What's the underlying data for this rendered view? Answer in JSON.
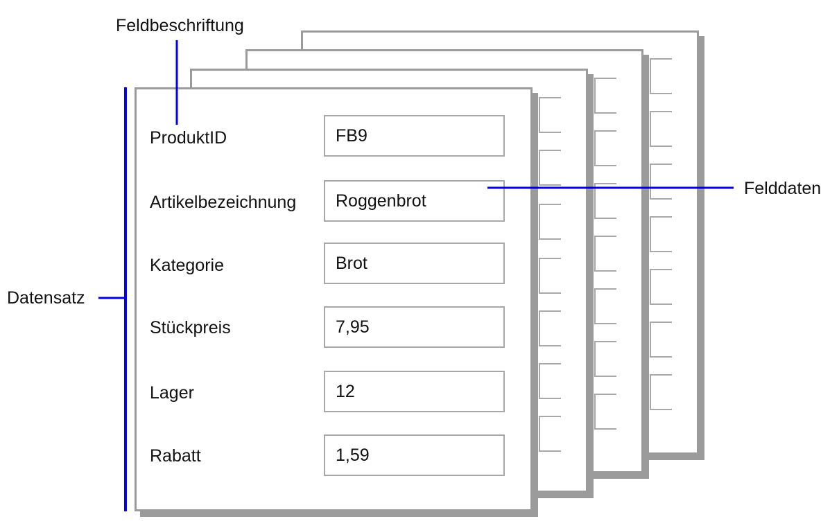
{
  "annotations": {
    "field_label": "Feldbeschriftung",
    "field_data": "Felddaten",
    "record": "Datensatz"
  },
  "record": {
    "fields": [
      {
        "label": "ProduktID",
        "value": "FB9"
      },
      {
        "label": "Artikelbezeichnung",
        "value": "Roggenbrot"
      },
      {
        "label": "Kategorie",
        "value": "Brot"
      },
      {
        "label": "Stückpreis",
        "value": "7,95"
      },
      {
        "label": "Lager",
        "value": "12"
      },
      {
        "label": "Rabatt",
        "value": "1,59"
      }
    ]
  },
  "colors": {
    "annotation_line": "#0000ee",
    "card_border": "#9b9b9b"
  }
}
